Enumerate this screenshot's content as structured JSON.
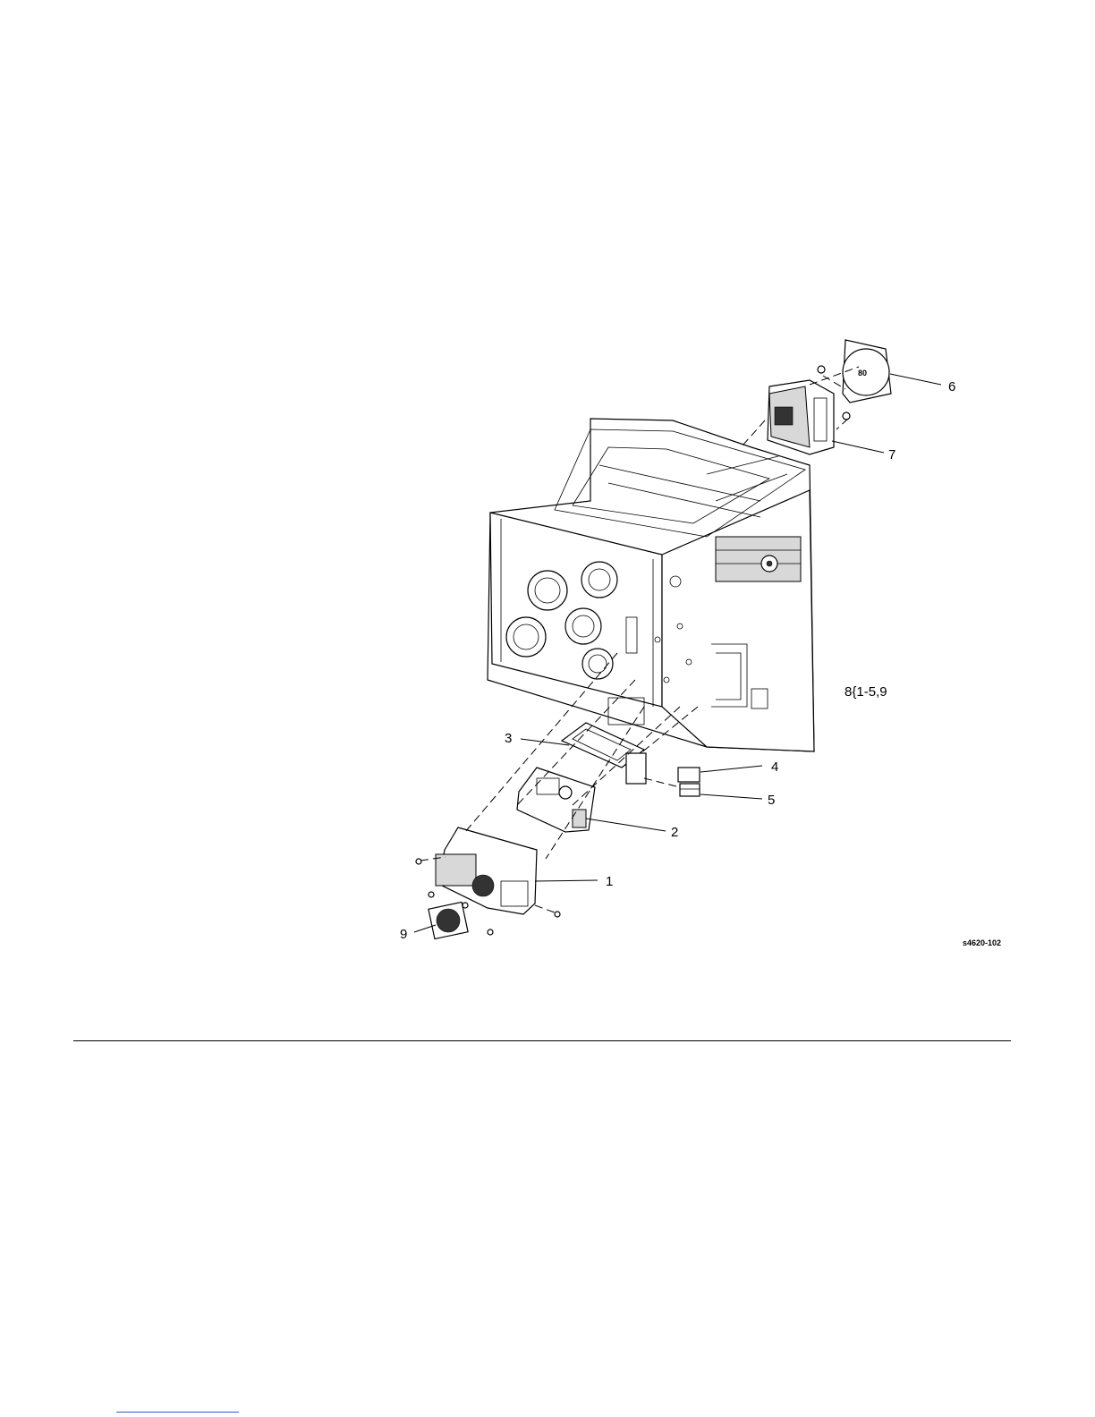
{
  "diagram": {
    "callouts": [
      {
        "id": "1",
        "text": "1"
      },
      {
        "id": "2",
        "text": "2"
      },
      {
        "id": "3",
        "text": "3"
      },
      {
        "id": "4",
        "text": "4"
      },
      {
        "id": "5",
        "text": "5"
      },
      {
        "id": "6",
        "text": "6"
      },
      {
        "id": "7",
        "text": "7"
      },
      {
        "id": "8",
        "text": "8{1-5,9"
      },
      {
        "id": "9",
        "text": "9"
      }
    ],
    "part_marking": "80",
    "figure_id": "s4620-102"
  }
}
